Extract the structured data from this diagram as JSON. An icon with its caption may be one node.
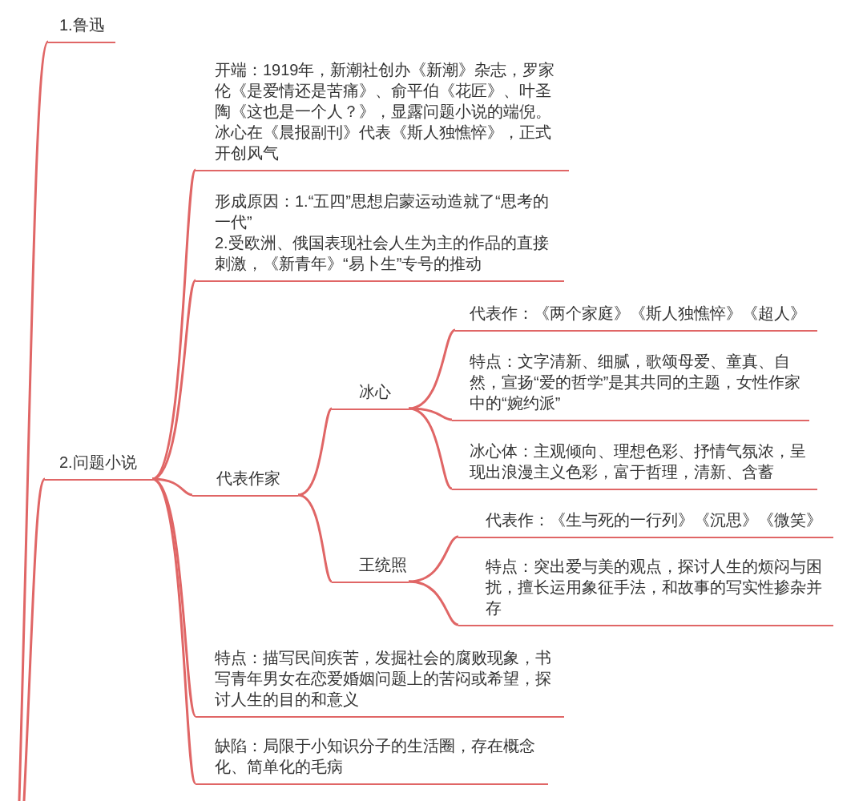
{
  "diagram": {
    "nodes": [
      {
        "text": [
          "1.鲁迅"
        ]
      },
      {
        "text": [
          "2.问题小说"
        ]
      },
      {
        "text": [
          "开端：1919年，新潮社创办《新潮》杂志，罗家伦《是爱情还是苦痛》、俞平伯《花匠》、叶圣陶《这也是一个人？》，显露问题小说的端倪。冰心在《晨报副刊》代表《斯人独憔悴》，正式开创风气"
        ]
      },
      {
        "text": [
          "形成原因：1.“五四”思想启蒙运动造就了“思考的一代”",
          "2.受欧洲、俄国表现社会人生为主的作品的直接刺激，《新青年》“易卜生”专号的推动"
        ]
      },
      {
        "text": [
          "代表作家"
        ]
      },
      {
        "text": [
          "冰心"
        ]
      },
      {
        "text": [
          "代表作：《两个家庭》《斯人独憔悴》《超人》"
        ]
      },
      {
        "text": [
          "特点：文字清新、细腻，歌颂母爱、童真、自然，宣扬“爱的哲学”是其共同的主题，女性作家中的“婉约派”"
        ]
      },
      {
        "text": [
          "冰心体：主观倾向、理想色彩、抒情气氛浓，呈现出浪漫主义色彩，富于哲理，清新、含蓄"
        ]
      },
      {
        "text": [
          "王统照"
        ]
      },
      {
        "text": [
          "代表作：《生与死的一行列》《沉思》《微笑》"
        ]
      },
      {
        "text": [
          "特点：突出爱与美的观点，探讨人生的烦闷与困扰，擅长运用象征手法，和故事的写实性掺杂并存"
        ]
      },
      {
        "text": [
          "特点：描写民间疾苦，发掘社会的腐败现象，书写青年男女在恋爱婚姻问题上的苦闷或希望，探讨人生的目的和意义"
        ]
      },
      {
        "text": [
          "缺陷：局限于小知识分子的生活圈，存在概念化、简单化的毛病"
        ]
      }
    ],
    "edges": [
      {
        "from": null,
        "to": 0,
        "arrow": "none"
      },
      {
        "from": null,
        "to": 1,
        "arrow": "none"
      },
      {
        "from": 1,
        "to": 2,
        "arrow": "none"
      },
      {
        "from": 1,
        "to": 3,
        "arrow": "none"
      },
      {
        "from": 1,
        "to": 4,
        "arrow": "none"
      },
      {
        "from": 1,
        "to": 12,
        "arrow": "none"
      },
      {
        "from": 1,
        "to": 13,
        "arrow": "none"
      },
      {
        "from": 4,
        "to": 5,
        "arrow": "none"
      },
      {
        "from": 4,
        "to": 9,
        "arrow": "none"
      },
      {
        "from": 5,
        "to": 6,
        "arrow": "none"
      },
      {
        "from": 5,
        "to": 7,
        "arrow": "none"
      },
      {
        "from": 5,
        "to": 8,
        "arrow": "none"
      },
      {
        "from": 9,
        "to": 10,
        "arrow": "none"
      },
      {
        "from": 9,
        "to": 11,
        "arrow": "none"
      }
    ]
  }
}
